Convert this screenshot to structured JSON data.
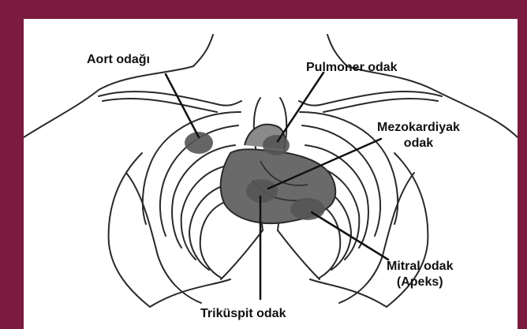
{
  "diagram": {
    "labels": {
      "aort": "Aort odağı",
      "pulmoner": "Pulmoner odak",
      "mezokardiyak_line1": "Mezokardiyak",
      "mezokardiyak_line2": "odak",
      "mitral_line1": "Mitral odak",
      "mitral_line2": "(Apeks)",
      "trikuspit": "Triküspit odak"
    },
    "colors": {
      "frame": "#7a1b3f",
      "background": "#ffffff",
      "outline": "#2a2a2a",
      "focus_spot": "#555555",
      "heart": "#6a6a6a"
    }
  }
}
